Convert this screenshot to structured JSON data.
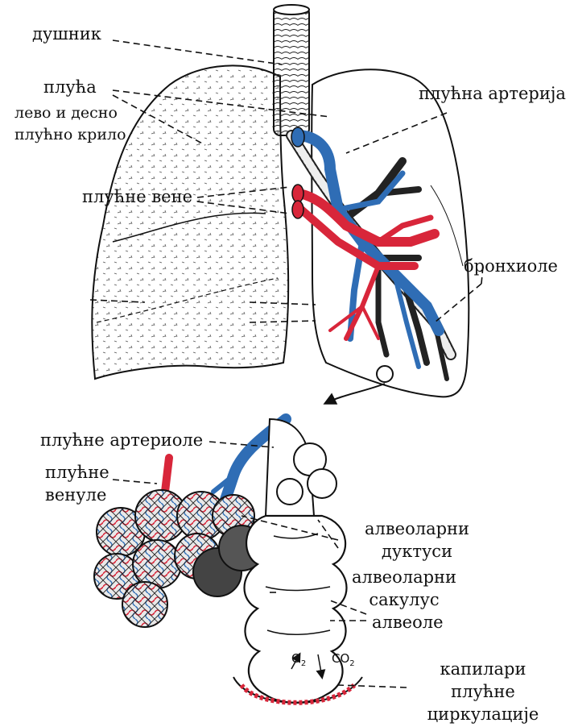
{
  "labels": {
    "trachea": "душник",
    "lungs": "плућа",
    "lungs_sub1": "лево и десно",
    "lungs_sub2": "плућно крило",
    "pulm_artery": "плућна артерија",
    "pulm_veins": "плућне вене",
    "bronchioles": "бронхиоле",
    "arterioles": "плућне артериоле",
    "venules_1": "плућне",
    "venules_2": "венуле",
    "ducts_1": "алвеоларни",
    "ducts_2": "дуктуси",
    "sac_1": "алвеоларни",
    "sac_2": "сакулус",
    "alveoli": "алвеоле",
    "cap_1": "капилари",
    "cap_2": "плућне",
    "cap_3": "циркулације",
    "o2": "O",
    "o2_sub": "2",
    "co2": "CO",
    "co2_sub": "2"
  },
  "colors": {
    "artery": "#2f6db5",
    "vein": "#d8263a",
    "line": "#111111"
  }
}
